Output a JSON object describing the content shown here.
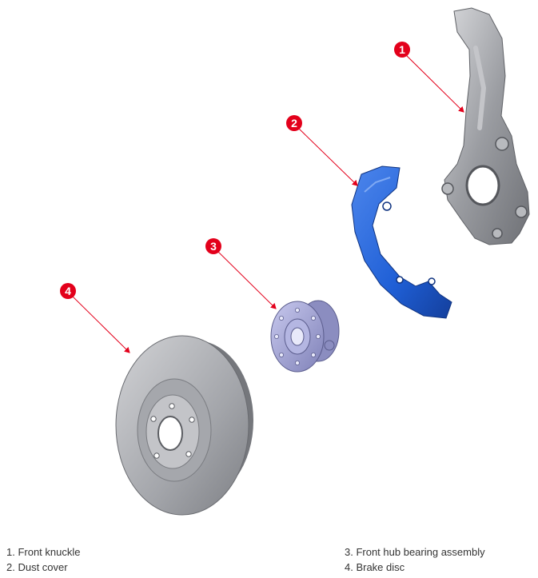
{
  "colors": {
    "callout": "#e3001b",
    "dust_cover": "#1f5fd6",
    "metal": "#8e9096",
    "hub": "#9ea0d4"
  },
  "callouts": [
    {
      "number": "1",
      "part": "front-knuckle"
    },
    {
      "number": "2",
      "part": "dust-cover"
    },
    {
      "number": "3",
      "part": "front-hub-bearing-assembly"
    },
    {
      "number": "4",
      "part": "brake-disc"
    }
  ],
  "legend": {
    "left": [
      "1. Front knuckle",
      "2. Dust cover"
    ],
    "right": [
      "3. Front hub bearing assembly",
      "4. Brake disc"
    ]
  }
}
